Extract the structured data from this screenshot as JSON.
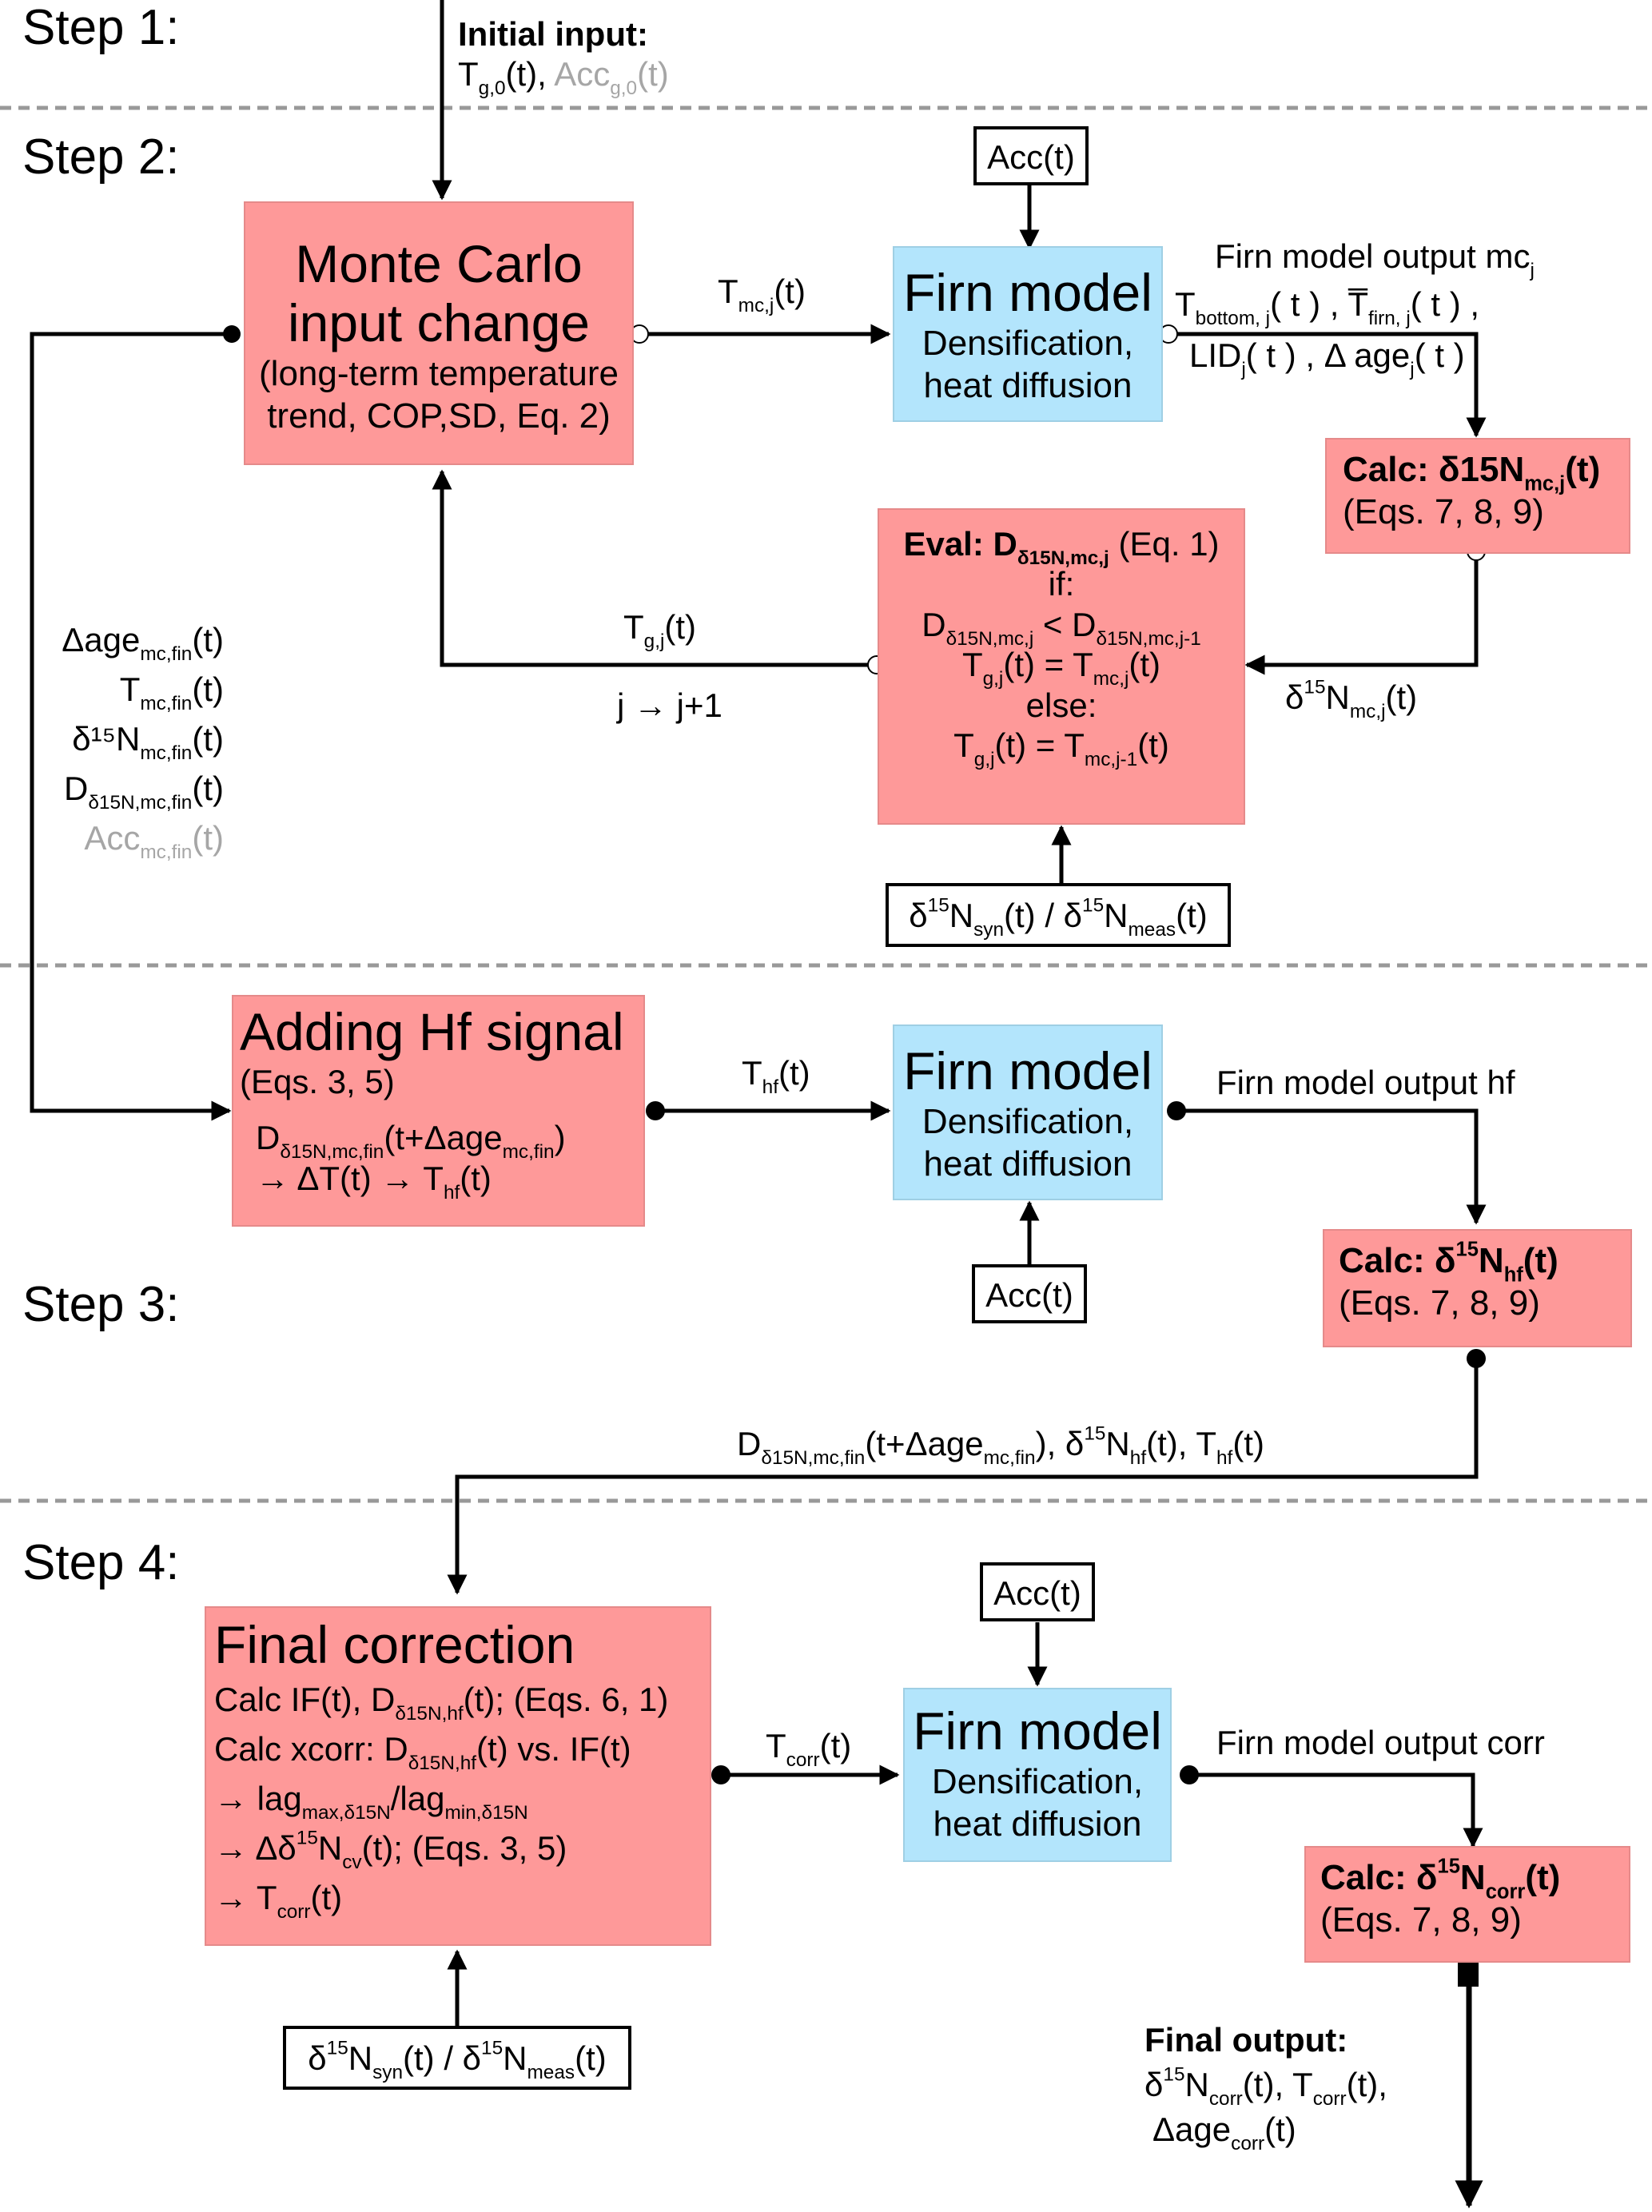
{
  "steps": {
    "step1": "Step 1:",
    "step2": "Step 2:",
    "step3": "Step 3:",
    "step4": "Step 4:"
  },
  "colors": {
    "process_box": "#fe9999",
    "firn_model_box": "#b3e5fc",
    "input_box": "#ffffff",
    "separator": "#999999",
    "muted_text": "#a6a6a6"
  },
  "initial_input": {
    "title": "Initial input:",
    "t": "T",
    "t_sub": "g,0",
    "t_tail": "(t), ",
    "acc": "Acc",
    "acc_sub": "g,0",
    "acc_tail": "(t)"
  },
  "step2": {
    "monte_carlo": {
      "title1": "Monte Carlo",
      "title2": "input change",
      "desc1": "(long-term temperature",
      "desc2": "trend, COP,SD, Eq. 2)"
    },
    "arrow_tmc": {
      "main": "T",
      "sub": "mc,j",
      "tail": "(t)"
    },
    "acc_input": "Acc(t)",
    "firn_model": {
      "title": "Firn model",
      "desc1": "Densification,",
      "desc2": "heat diffusion"
    },
    "firn_output": {
      "label": "Firn model output mc",
      "label_sub": "j",
      "line1_a": "T",
      "line1_a_sub": "bottom, j",
      "line1_a_tail": "( t ) , ",
      "line1_b": "T̅",
      "line1_b_sub": "firn, j",
      "line1_b_tail": "( t ) ,",
      "line2_a": "LID",
      "line2_a_sub": "j",
      "line2_a_tail": "( t ) , ",
      "line2_b": "Δ age",
      "line2_b_sub": "j",
      "line2_b_tail": "( t )"
    },
    "calc_mc": {
      "title": "Calc: δ15N",
      "title_sub": "mc,j",
      "title_tail": "(t)",
      "eqs": "(Eqs. 7, 8, 9)"
    },
    "eval": {
      "title": "Eval: D",
      "title_sub": "δ15N,mc,j",
      "title_tail": " (Eq. 1)",
      "if": "if:",
      "cond_a": "D",
      "cond_a_sub": "δ15N,mc,j",
      "cond_op": " < D",
      "cond_b_sub": "δ15N,mc,j-1",
      "then_a": "T",
      "then_a_sub": "g,j",
      "then_mid": "(t) = T",
      "then_b_sub": "mc,j",
      "then_tail": "(t)",
      "else": "else:",
      "else_a": "T",
      "else_a_sub": "g,j",
      "else_mid": "(t) = T",
      "else_b_sub": "mc,j-1",
      "else_tail": "(t)"
    },
    "arrow_d15n_mc": {
      "pre": "δ",
      "sup": "15",
      "main": "N",
      "sub": "mc,j",
      "tail": "(t)"
    },
    "arrow_tg": {
      "main": "T",
      "sub": "g,j",
      "tail": "(t)"
    },
    "iter_label": "j → j+1",
    "d15n_input": {
      "a": "δ",
      "a_sup": "15",
      "a_main": "N",
      "a_sub": "syn",
      "mid": "(t) / δ",
      "b_sup": "15",
      "b_main": "N",
      "b_sub": "meas",
      "tail": "(t)"
    },
    "loop_outputs": [
      {
        "main": "Δage",
        "sub": "mc,fin",
        "tail": "(t)",
        "muted": false
      },
      {
        "main": "T",
        "sub": "mc,fin",
        "tail": "(t)",
        "muted": false
      },
      {
        "main": "δ¹⁵N",
        "sub": "mc,fin",
        "tail": "(t)",
        "muted": false
      },
      {
        "main": "D",
        "sub": "δ15N,mc,fin",
        "tail": "(t)",
        "muted": false
      },
      {
        "main": "Acc",
        "sub": "mc,fin",
        "tail": "(t)",
        "muted": true
      }
    ]
  },
  "step3": {
    "adding_hf": {
      "title": "Adding Hf signal",
      "eqs": "(Eqs. 3, 5)",
      "l1_a": "D",
      "l1_a_sub": "δ15N,mc,fin",
      "l1_mid": "(t+Δage",
      "l1_b_sub": "mc,fin",
      "l1_tail": ")",
      "l2_a": "→ ΔT(t)  → T",
      "l2_sub": "hf",
      "l2_tail": "(t)"
    },
    "arrow_thf": {
      "main": "T",
      "sub": "hf",
      "tail": "(t)"
    },
    "firn_model": {
      "title": "Firn model",
      "desc1": "Densification,",
      "desc2": "heat diffusion"
    },
    "acc_input": "Acc(t)",
    "firn_output_label": "Firn model output hf",
    "calc_hf": {
      "title": "Calc: δ",
      "title_sup": "15",
      "title_main": "N",
      "title_sub": "hf",
      "title_tail": "(t)",
      "eqs": "(Eqs. 7, 8, 9)"
    },
    "transfer": {
      "a": "D",
      "a_sub": "δ15N,mc,fin",
      "a_mid": "(t+Δage",
      "a_sub2": "mc,fin",
      "a_tail": "), δ",
      "b_sup": "15",
      "b_main": "N",
      "b_sub": "hf",
      "b_tail": "(t), T",
      "c_sub": "hf",
      "c_tail": "(t)"
    }
  },
  "step4": {
    "final_correction": {
      "title": "Final correction",
      "l1_a": "Calc IF(t), D",
      "l1_sub": "δ15N,hf",
      "l1_tail": "(t); (Eqs. 6, 1)",
      "l2_a": "Calc xcorr: D",
      "l2_sub": "δ15N,hf",
      "l2_tail": "(t) vs. IF(t)",
      "l3_a": "→ lag",
      "l3_sub": "max,δ15N",
      "l3_mid": "/lag",
      "l3_sub2": "min,δ15N",
      "l4_a": "→  Δδ",
      "l4_sup": "15",
      "l4_main": "N",
      "l4_sub": "cv",
      "l4_tail": "(t); (Eqs. 3, 5)",
      "l5_a": "→ T",
      "l5_sub": "corr",
      "l5_tail": "(t)"
    },
    "d15n_input": {
      "a": "δ",
      "a_sup": "15",
      "a_main": "N",
      "a_sub": "syn",
      "mid": "(t) / δ",
      "b_sup": "15",
      "b_main": "N",
      "b_sub": "meas",
      "tail": "(t)"
    },
    "arrow_tcorr": {
      "main": "T",
      "sub": "corr",
      "tail": "(t)"
    },
    "acc_input": "Acc(t)",
    "firn_model": {
      "title": "Firn model",
      "desc1": "Densification,",
      "desc2": "heat diffusion"
    },
    "firn_output_label": "Firn model output corr",
    "calc_corr": {
      "title": "Calc: δ",
      "title_sup": "15",
      "title_main": "N",
      "title_sub": "corr",
      "title_tail": "(t)",
      "eqs": "(Eqs. 7, 8, 9)"
    },
    "final_output": {
      "title": "Final output:",
      "l1_a": "δ",
      "l1_sup": "15",
      "l1_main": "N",
      "l1_sub": "corr",
      "l1_mid": "(t), T",
      "l1_sub2": "corr",
      "l1_tail": "(t),",
      "l2_a": "Δage",
      "l2_sub": "corr",
      "l2_tail": "(t)"
    }
  }
}
